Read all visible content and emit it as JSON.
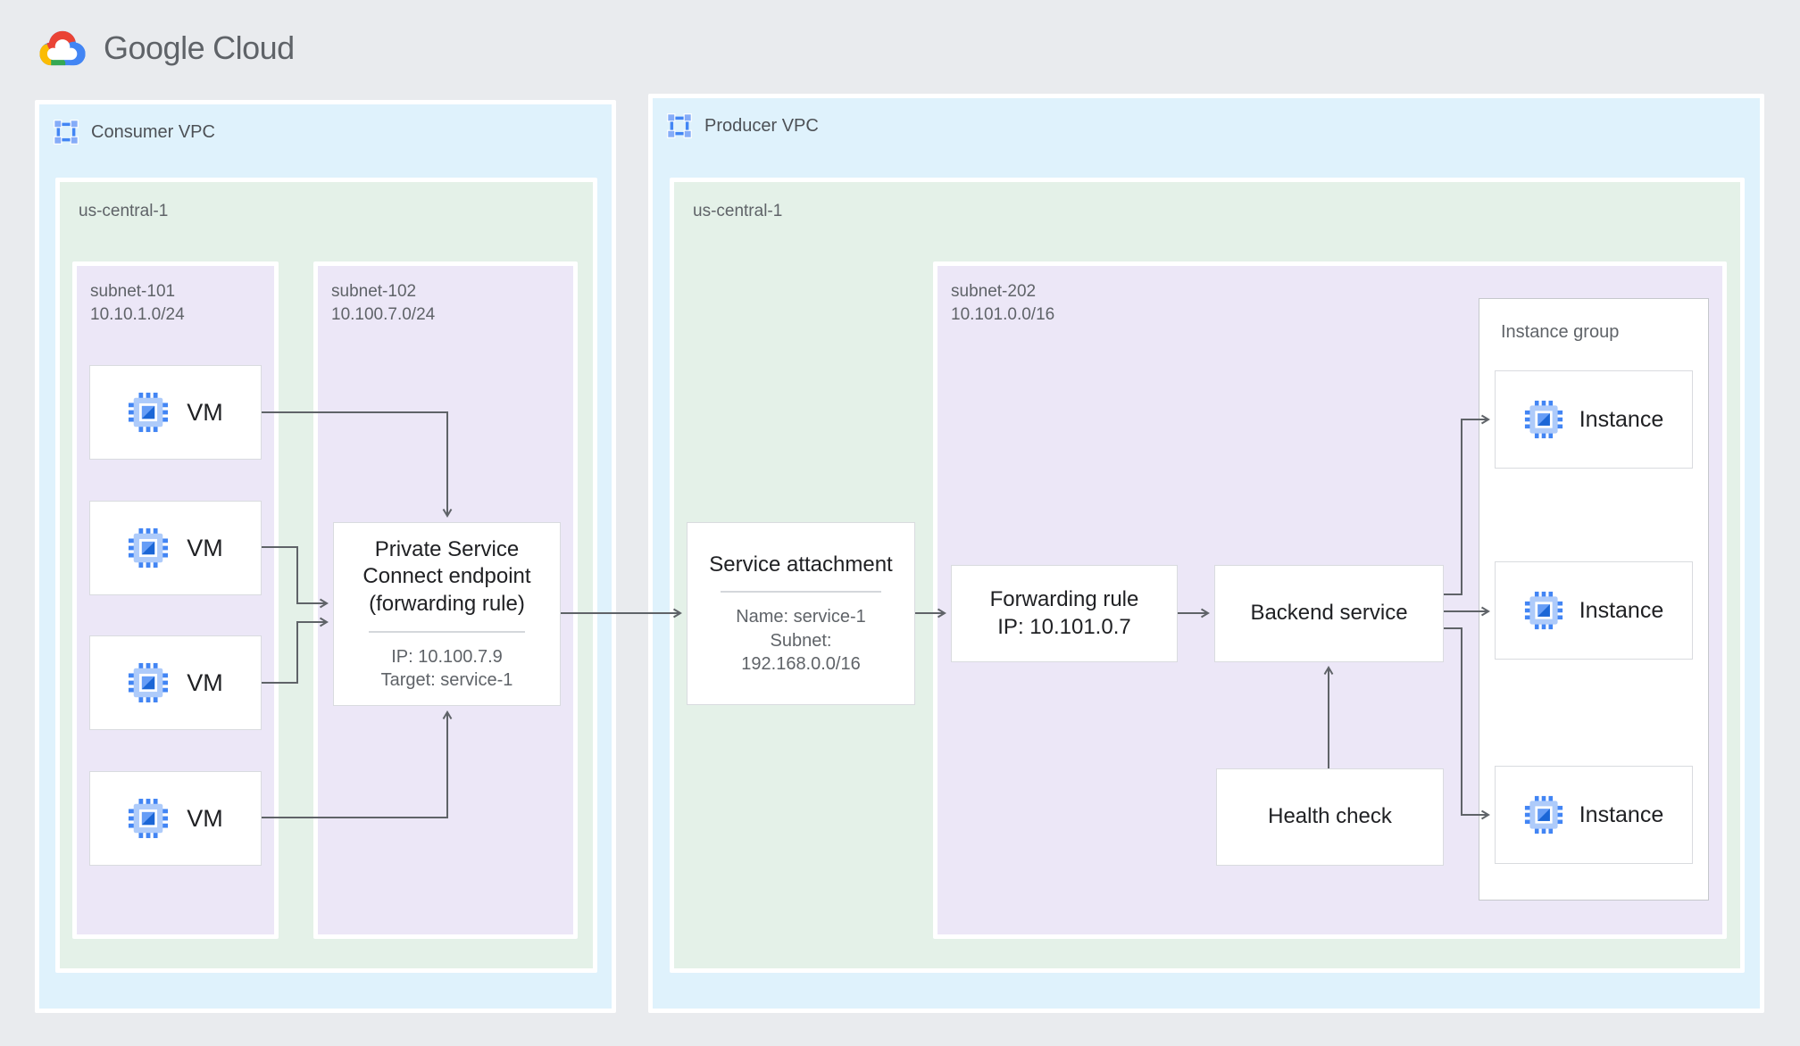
{
  "logo": {
    "google": "Google",
    "cloud": "Cloud"
  },
  "icons": {
    "logo_icon": "google-cloud-logo",
    "vpc_icon": "vpc-selection-square",
    "compute_icon": "compute-engine-chip"
  },
  "colors": {
    "background": "#E9EBEE",
    "vpc_fill": "#DFF2FC",
    "region_fill": "#E4F1E8",
    "subnet_fill": "#ECE7F7",
    "arrow": "#5F6368",
    "brand_blue": "#4285F4",
    "brand_red": "#EA4335",
    "brand_yellow": "#FBBC04",
    "brand_green": "#34A853"
  },
  "consumer_vpc": {
    "label": "Consumer VPC",
    "region": {
      "label": "us-central-1"
    },
    "subnet101": {
      "name": "subnet-101",
      "cidr": "10.10.1.0/24",
      "vms": [
        {
          "label": "VM"
        },
        {
          "label": "VM"
        },
        {
          "label": "VM"
        },
        {
          "label": "VM"
        }
      ]
    },
    "subnet102": {
      "name": "subnet-102",
      "cidr": "10.100.7.0/24",
      "psc_endpoint": {
        "title": "Private Service Connect endpoint (forwarding rule)",
        "ip": "IP: 10.100.7.9",
        "target": "Target: service-1"
      }
    }
  },
  "producer_vpc": {
    "label": "Producer VPC",
    "region": {
      "label": "us-central-1"
    },
    "service_attachment": {
      "title": "Service attachment",
      "name": "Name: service-1",
      "subnet_label": "Subnet:",
      "subnet_cidr": "192.168.0.0/16"
    },
    "subnet202": {
      "name": "subnet-202",
      "cidr": "10.101.0.0/16",
      "forwarding_rule": {
        "title": "Forwarding rule",
        "ip": "IP: 10.101.0.7"
      },
      "backend_service": {
        "title": "Backend service"
      },
      "health_check": {
        "title": "Health check"
      },
      "instance_group": {
        "label": "Instance group",
        "instances": [
          {
            "label": "Instance"
          },
          {
            "label": "Instance"
          },
          {
            "label": "Instance"
          }
        ]
      }
    }
  }
}
